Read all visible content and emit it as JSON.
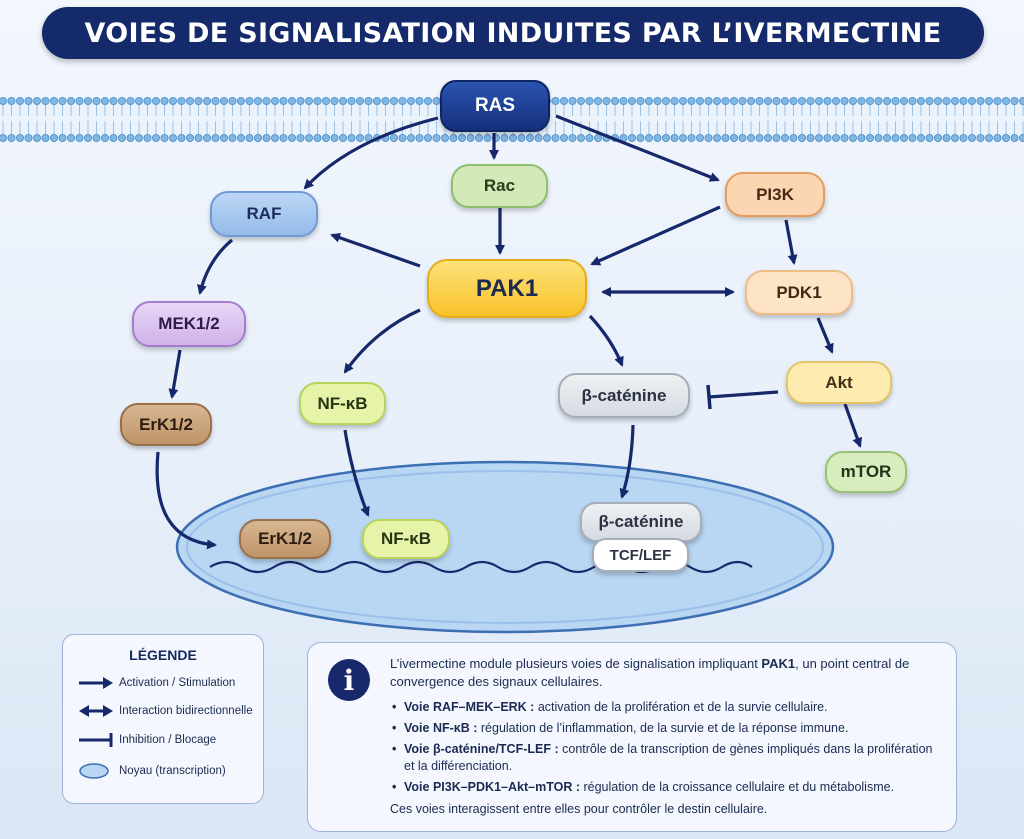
{
  "title": "VOIES DE SIGNALISATION INDUITES PAR L’IVERMECTINE",
  "nodes": {
    "ras": "RAS",
    "rac": "Rac",
    "raf": "RAF",
    "pi3k": "PI3K",
    "pak1": "PAK1",
    "pdk1": "PDK1",
    "mek": "MEK1/2",
    "akt": "Akt",
    "nfkb": "NF-κB",
    "bcat": "β-caténine",
    "erk": "ErK1/2",
    "mtor": "mTOR",
    "erk_nuc": "ErK1/2",
    "nfkb_nuc": "NF-κB",
    "bcat_nuc": "β-caténine",
    "tcf_nuc": "TCF/LEF"
  },
  "legend": {
    "title": "LÉGENDE",
    "items": [
      {
        "symbol": "arrow-icon",
        "label": "Activation / Stimulation"
      },
      {
        "symbol": "double-arrow-icon",
        "label": "Interaction bidirectionnelle"
      },
      {
        "symbol": "inhibition-icon",
        "label": "Inhibition / Blocage"
      },
      {
        "symbol": "nucleus-icon",
        "label": "Noyau (transcription)"
      }
    ]
  },
  "info": {
    "intro_before": "L’ivermectine module plusieurs voies de signalisation impliquant ",
    "intro_bold": "PAK1",
    "intro_after": ", un point central de convergence des signaux cellulaires.",
    "bullets": [
      {
        "path": "Voie RAF–MEK–ERK :",
        "desc": " activation de la prolifération et de la survie cellulaire."
      },
      {
        "path": "Voie NF-κB :",
        "desc": " régulation de l’inflammation, de la survie et de la réponse immune."
      },
      {
        "path": "Voie β-caténine/TCF-LEF :",
        "desc": " contrôle de la transcription de gènes impliqués dans la prolifération et la différenciation."
      },
      {
        "path": "Voie PI3K–PDK1–Akt–mTOR :",
        "desc": " régulation de la croissance cellulaire et du métabolisme."
      }
    ],
    "conclusion": "Ces voies interagissent entre elles pour contrôler le destin cellulaire."
  },
  "colors": {
    "title_bg": "#152a6b",
    "arrow": "#16286a",
    "ras": "#1b3a8c",
    "rac": "#cfe8b4",
    "raf": "#a9c9ef",
    "pi3k": "#fbd8b8",
    "pak1": "#fcd04f",
    "pdk1": "#fde6c9",
    "mek": "#d9c3ee",
    "akt": "#fdecb1",
    "nfkb": "#e4f3a6",
    "bcat": "#dfe3e8",
    "erk": "#c9a27d",
    "mtor": "#d7ecbb",
    "nucleus": "#b6d3f2"
  }
}
